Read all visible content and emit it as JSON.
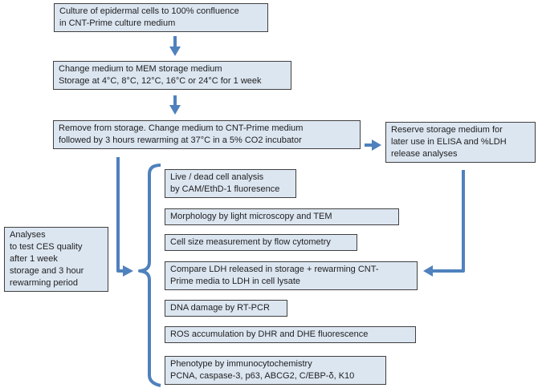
{
  "colors": {
    "accent": "#4f81bd",
    "box_fill": "#dce6f1",
    "box_border": "#404040",
    "text": "#1f1f1f",
    "background": "#ffffff"
  },
  "flow": {
    "culture": "Culture of epidermal cells to 100% confluence\nin CNT-Prime culture medium",
    "storage": "Change medium to MEM storage medium\nStorage at 4°C, 8°C, 12°C, 16°C or 24°C for 1 week",
    "rewarming": "Remove from storage. Change medium to CNT-Prime medium\nfollowed by 3 hours rewarming at 37°C in a 5% CO2 incubator",
    "reserve_medium": "Reserve storage medium for\nlater use in ELISA and %LDH\nrelease analyses",
    "analyses_note": "Analyses\nto test CES quality\nafter 1 week\nstorage and 3 hour\nrewarming period"
  },
  "analyses": {
    "items": [
      {
        "text": "Live / dead cell analysis\nby CAM/EthD-1 fluoresence"
      },
      {
        "text": "Morphology by light microscopy and TEM"
      },
      {
        "text": "Cell size measurement by flow cytometry"
      },
      {
        "text": "Compare LDH released in storage + rewarming CNT-\nPrime media to LDH in cell lysate"
      },
      {
        "text": "DNA damage by RT-PCR"
      },
      {
        "text": "ROS accumulation by DHR and DHE fluorescence"
      },
      {
        "text": "Phenotype by immunocytochemistry\nPCNA, caspase-3, p63, ABCG2, C/EBP-δ, K10"
      }
    ]
  },
  "icons": [
    "down-arrow",
    "down-arrow",
    "right-arrow",
    "elbow-arrow-right",
    "elbow-arrow-left",
    "left-brace"
  ]
}
